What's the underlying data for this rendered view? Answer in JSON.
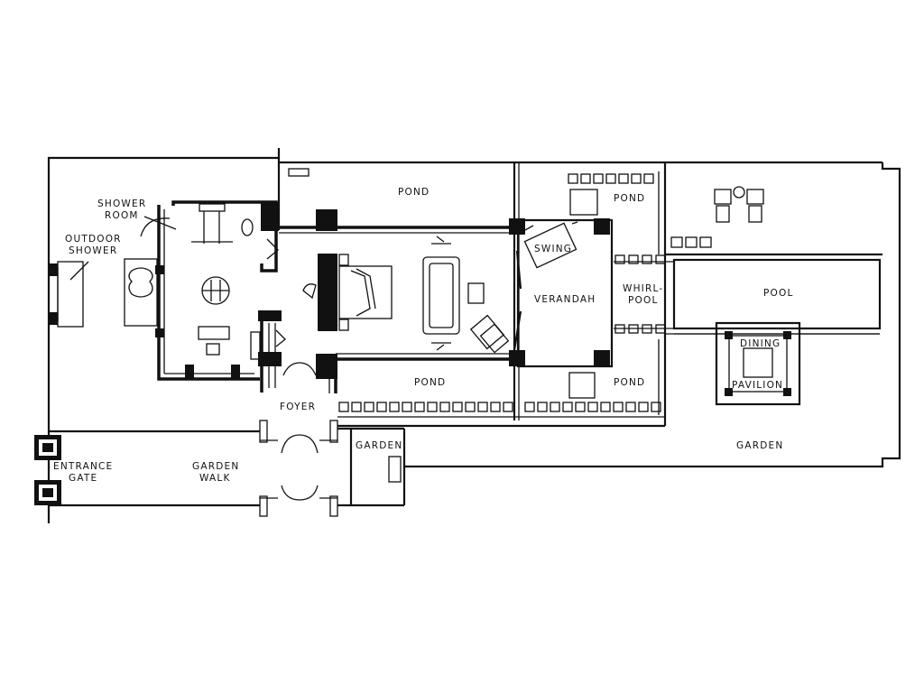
{
  "labels": {
    "shower_room": [
      "SHOWER",
      "ROOM"
    ],
    "outdoor_shower": [
      "OUTDOOR",
      "SHOWER"
    ],
    "pond_top_left": "POND",
    "pond_top_right": "POND",
    "pond_bottom_left": "POND",
    "pond_bottom_right": "POND",
    "swing": "SWING",
    "verandah": "VERANDAH",
    "whirlpool": [
      "WHIRL-",
      "POOL"
    ],
    "pool": "POOL",
    "dining_pavilion": [
      "DINING",
      "PAVILION"
    ],
    "foyer": "FOYER",
    "garden_small": "GARDEN",
    "garden_large": "GARDEN",
    "entrance_gate": [
      "ENTRANCE",
      "GATE"
    ],
    "garden_walk": [
      "GARDEN",
      "WALK"
    ]
  },
  "colors": {
    "ink": "#111111",
    "paper": "#ffffff"
  }
}
